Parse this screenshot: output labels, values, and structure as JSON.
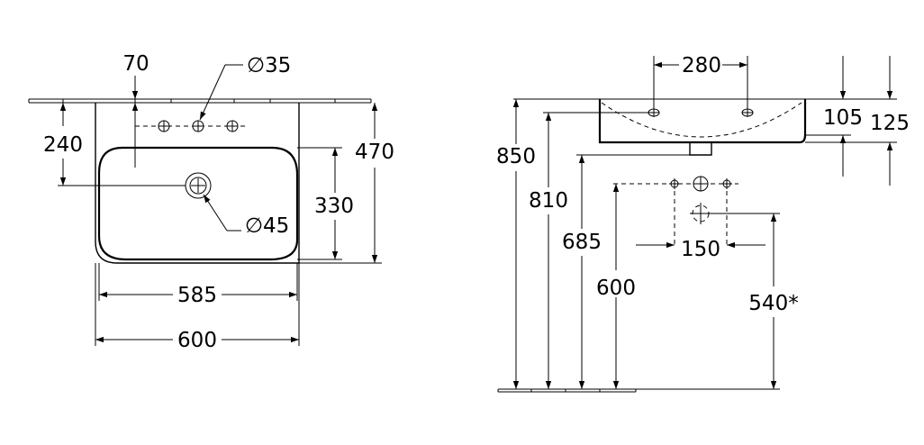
{
  "front_view": {
    "dim_tap_offset": "70",
    "dim_tap_hole": "∅35",
    "dim_drain_height": "240",
    "dim_overall_depth": "470",
    "dim_bowl_depth": "330",
    "dim_drain": "∅45",
    "dim_bowl_width": "585",
    "dim_overall_width": "600"
  },
  "side_view": {
    "dim_bracket_spacing": "280",
    "dim_basin_height": "105",
    "dim_rim_height": "125",
    "dim_total_height": "850",
    "dim_bracket_height": "810",
    "dim_drain_outlet_height": "685",
    "dim_supply_height": "600",
    "dim_supply_spacing": "150",
    "dim_waste_height": "540*"
  }
}
